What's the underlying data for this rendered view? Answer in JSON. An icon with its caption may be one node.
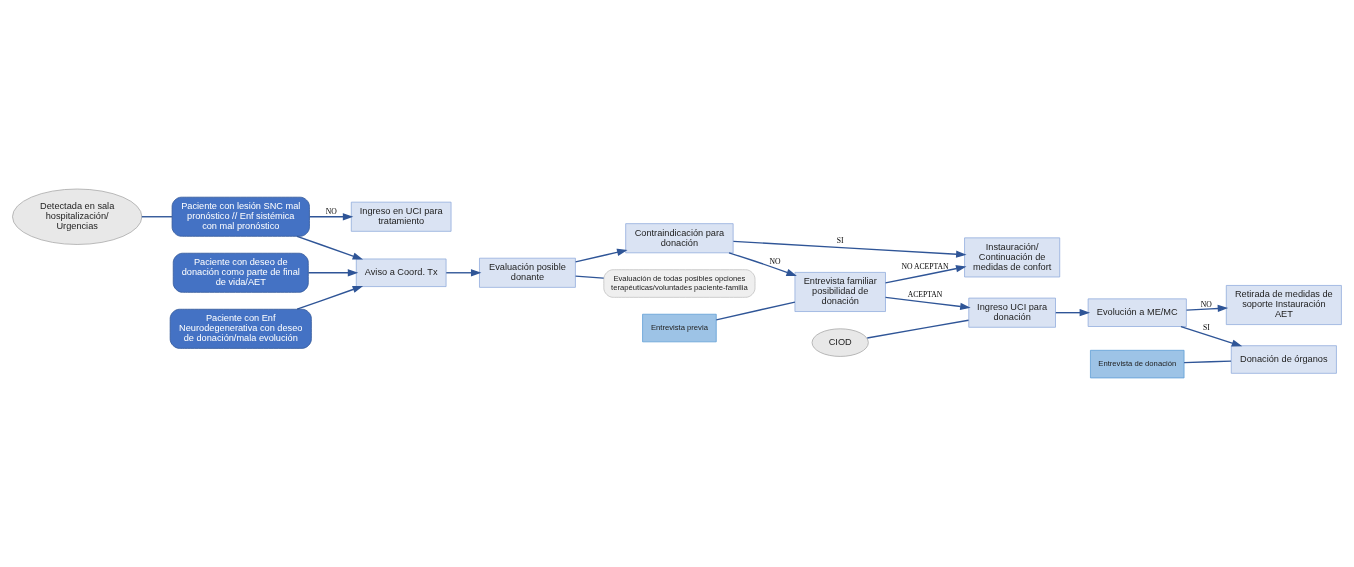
{
  "diagram": {
    "nodes": [
      {
        "text": [
          "Detectada en sala hospitalización/ Urgencias"
        ]
      },
      {
        "text": [
          "Paciente con lesión SNC mal pronóstico // Enf sistémica con mal pronóstico"
        ]
      },
      {
        "text": [
          "Ingreso en UCI para tratamiento"
        ]
      },
      {
        "text": [
          "Paciente con Enf Neurodegenerativa con deseo de donación/mala evolución"
        ]
      },
      {
        "text": [
          "Aviso a Coord. Tx"
        ]
      },
      {
        "text": [
          "Evaluación posible donante"
        ]
      },
      {
        "text": [
          "Contraindicación para donación"
        ]
      },
      {
        "text": [
          "Instauración/ Continuación de medidas de confort"
        ]
      },
      {
        "text": [
          "Entrevista familiar posibilidad de donación"
        ]
      },
      {
        "text": [
          "Evaluación de todas posibles opciones terapéuticas/voluntades paciente-familia"
        ]
      },
      {
        "text": [
          "Paciente con deseo de donación como parte de final de vida/AET"
        ]
      },
      {
        "text": [
          "Entrevista previa"
        ]
      },
      {
        "text": [
          "Ingreso UCI para donación"
        ]
      },
      {
        "text": [
          "CIOD"
        ]
      },
      {
        "text": [
          "Entrevista de donación"
        ]
      },
      {
        "text": [
          "Evolución a ME/MC"
        ]
      },
      {
        "text": [
          "Donación de órganos"
        ]
      },
      {
        "text": [
          "Retirada de medidas de soporte Instauración AET"
        ]
      }
    ],
    "edges": [
      {
        "from": 0,
        "to": 1,
        "arrow": "none"
      },
      {
        "from": 1,
        "to": 2,
        "arrow": "to",
        "label": "NO"
      },
      {
        "from": 1,
        "to": 4,
        "arrow": "to"
      },
      {
        "from": 3,
        "to": 4,
        "arrow": "to"
      },
      {
        "from": 10,
        "to": 4,
        "arrow": "to"
      },
      {
        "from": 4,
        "to": 5,
        "arrow": "to"
      },
      {
        "from": 5,
        "to": 9,
        "arrow": "none"
      },
      {
        "from": 5,
        "to": 6,
        "arrow": "to"
      },
      {
        "from": 6,
        "to": 7,
        "arrow": "to",
        "label": "SI"
      },
      {
        "from": 6,
        "to": 8,
        "arrow": "to",
        "label": "NO"
      },
      {
        "from": 8,
        "to": 7,
        "arrow": "to",
        "label": "NO ACEPTAN"
      },
      {
        "from": 8,
        "to": 12,
        "arrow": "to",
        "label": "ACEPTAN"
      },
      {
        "from": 11,
        "to": 8,
        "arrow": "none"
      },
      {
        "from": 13,
        "to": 12,
        "arrow": "none"
      },
      {
        "from": 12,
        "to": 15,
        "arrow": "to"
      },
      {
        "from": 15,
        "to": 16,
        "arrow": "to",
        "label": "SI"
      },
      {
        "from": 14,
        "to": 16,
        "arrow": "none"
      },
      {
        "from": 15,
        "to": 17,
        "arrow": "to",
        "label": "NO"
      }
    ]
  }
}
